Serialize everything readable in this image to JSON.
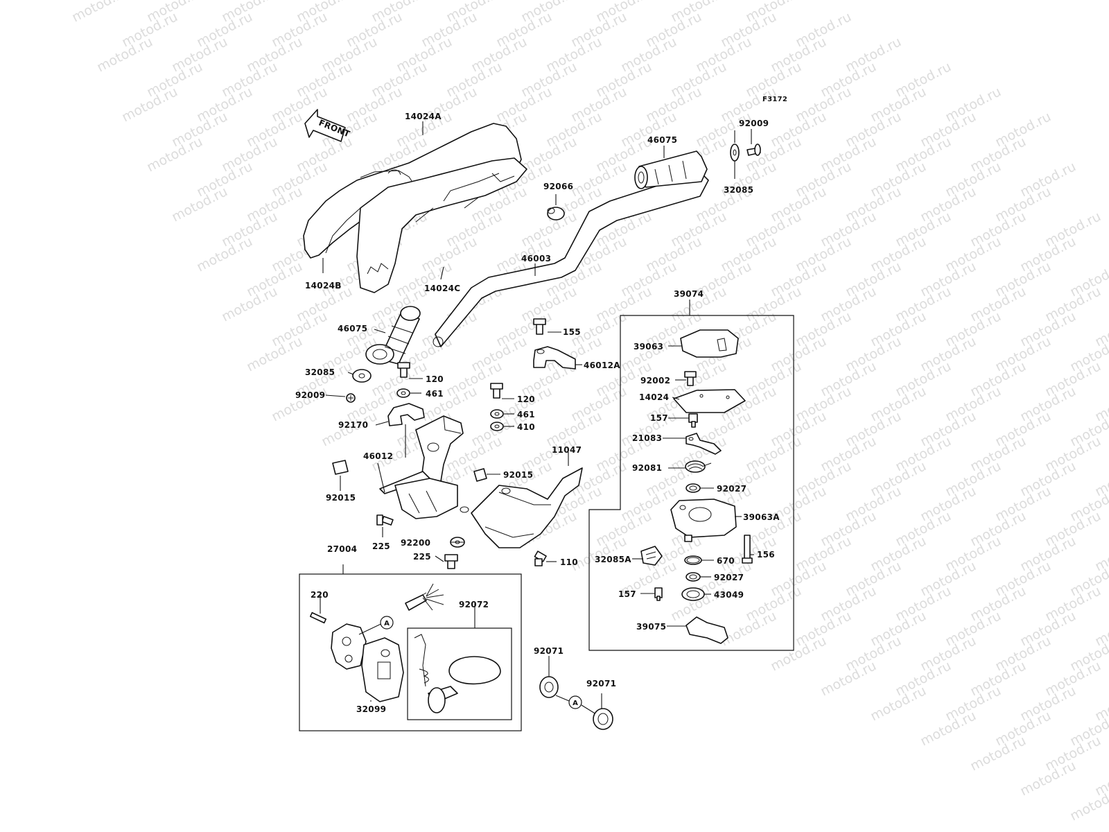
{
  "watermark": "motod.ru",
  "diagram_code": "F3172",
  "front_arrow_label": "FRONT",
  "reference_marker": "A",
  "labels": {
    "p14024A": "14024A",
    "p14024B": "14024B",
    "p14024C": "14024C",
    "p92066": "92066",
    "p46075_top": "46075",
    "p92009_top": "92009",
    "p32085_top": "32085",
    "p46003": "46003",
    "p46075_left": "46075",
    "p32085_left": "32085",
    "p92009_left": "92009",
    "p155": "155",
    "p46012A": "46012A",
    "p120_a": "120",
    "p461_a": "461",
    "p120_b": "120",
    "p461_b": "461",
    "p410": "410",
    "p92170": "92170",
    "p46012": "46012",
    "p92015_a": "92015",
    "p92015_b": "92015",
    "p11047": "11047",
    "p92200": "92200",
    "p225_a": "225",
    "p225_b": "225",
    "p110": "110",
    "p27004": "27004",
    "p220": "220",
    "p92072": "92072",
    "p32099": "32099",
    "p92071_a": "92071",
    "p92071_b": "92071",
    "p39074": "39074",
    "p39063": "39063",
    "p92002": "92002",
    "p14024": "14024",
    "p157_a": "157",
    "p21083": "21083",
    "p92081": "92081",
    "p92027_a": "92027",
    "p39063A": "39063A",
    "p156": "156",
    "p32085A": "32085A",
    "p670": "670",
    "p92027_b": "92027",
    "p157_b": "157",
    "p43049": "43049",
    "p39075": "39075"
  }
}
